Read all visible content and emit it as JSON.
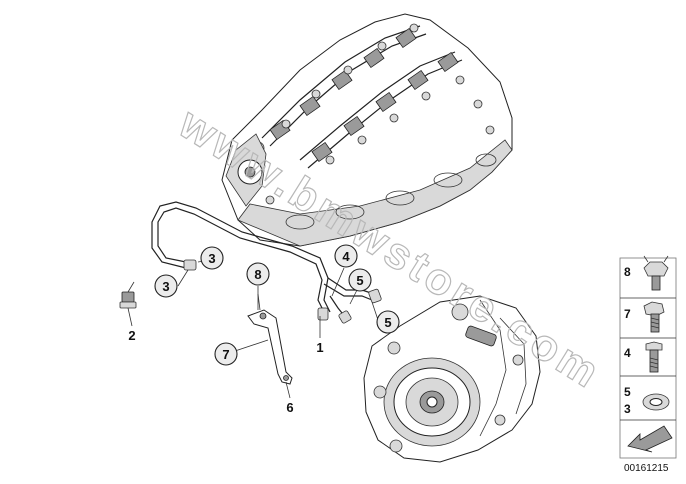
{
  "watermark": "www.bmwstore.com",
  "callouts": [
    {
      "id": "c3a",
      "label": "3"
    },
    {
      "id": "c3b",
      "label": "3"
    },
    {
      "id": "c8",
      "label": "8"
    },
    {
      "id": "c4",
      "label": "4"
    },
    {
      "id": "c5a",
      "label": "5"
    },
    {
      "id": "c5b",
      "label": "5"
    },
    {
      "id": "c7",
      "label": "7"
    }
  ],
  "part_numbers": [
    {
      "id": "n1",
      "label": "1"
    },
    {
      "id": "n2",
      "label": "2"
    },
    {
      "id": "n6",
      "label": "6"
    }
  ],
  "legend": [
    {
      "label": "8",
      "icon": "clip-nut-icon"
    },
    {
      "label": "7",
      "icon": "hex-bolt-icon"
    },
    {
      "label": "4",
      "icon": "banjo-bolt-icon"
    },
    {
      "label": "5",
      "label2": "3",
      "icon": "seal-ring-icon"
    },
    {
      "label": "",
      "icon": "arrow-pointer-icon"
    }
  ],
  "diagram_code": "00161215"
}
